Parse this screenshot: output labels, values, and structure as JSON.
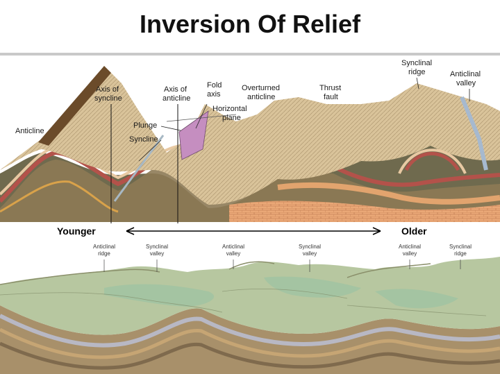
{
  "title": "Inversion Of Relief",
  "top_diagram": {
    "labels": [
      {
        "id": "anticline",
        "text": "Anticline"
      },
      {
        "id": "axis_syncline_1",
        "text": "Axis of"
      },
      {
        "id": "axis_syncline_2",
        "text": "syncline"
      },
      {
        "id": "axis_anticline_1",
        "text": "Axis of"
      },
      {
        "id": "axis_anticline_2",
        "text": "anticline"
      },
      {
        "id": "fold_axis_1",
        "text": "Fold"
      },
      {
        "id": "fold_axis_2",
        "text": "axis"
      },
      {
        "id": "plunge",
        "text": "Plunge"
      },
      {
        "id": "syncline",
        "text": "Syncline"
      },
      {
        "id": "horizontal_1",
        "text": "Horizontal"
      },
      {
        "id": "horizontal_2",
        "text": "plane"
      },
      {
        "id": "overturned_1",
        "text": "Overturned"
      },
      {
        "id": "overturned_2",
        "text": "anticline"
      },
      {
        "id": "thrust_1",
        "text": "Thrust"
      },
      {
        "id": "thrust_2",
        "text": "fault"
      },
      {
        "id": "synclinal_ridge_1",
        "text": "Synclinal"
      },
      {
        "id": "synclinal_ridge_2",
        "text": "ridge"
      },
      {
        "id": "anticlinal_valley_1",
        "text": "Anticlinal"
      },
      {
        "id": "anticlinal_valley_2",
        "text": "valley"
      }
    ]
  },
  "age_axis": {
    "younger": "Younger",
    "older": "Older"
  },
  "bottom_diagram": {
    "labels": [
      {
        "id": "b1a",
        "text": "Anticlinal"
      },
      {
        "id": "b1b",
        "text": "ridge"
      },
      {
        "id": "b2a",
        "text": "Synclinal"
      },
      {
        "id": "b2b",
        "text": "valley"
      },
      {
        "id": "b3a",
        "text": "Anticlinal"
      },
      {
        "id": "b3b",
        "text": "valley"
      },
      {
        "id": "b4a",
        "text": "Synclinal"
      },
      {
        "id": "b4b",
        "text": "valley"
      },
      {
        "id": "b5a",
        "text": "Anticlinal"
      },
      {
        "id": "b5b",
        "text": "valley"
      },
      {
        "id": "b6a",
        "text": "Synclinal"
      },
      {
        "id": "b6b",
        "text": "ridge"
      }
    ]
  },
  "colors": {
    "rule": "#c9c9c9",
    "tan": "#d9c39a",
    "brown": "#8a6a45",
    "red": "#b3524a",
    "orange": "#e8a572",
    "green": "#9fc3a3",
    "gray": "#a8a8b0"
  }
}
